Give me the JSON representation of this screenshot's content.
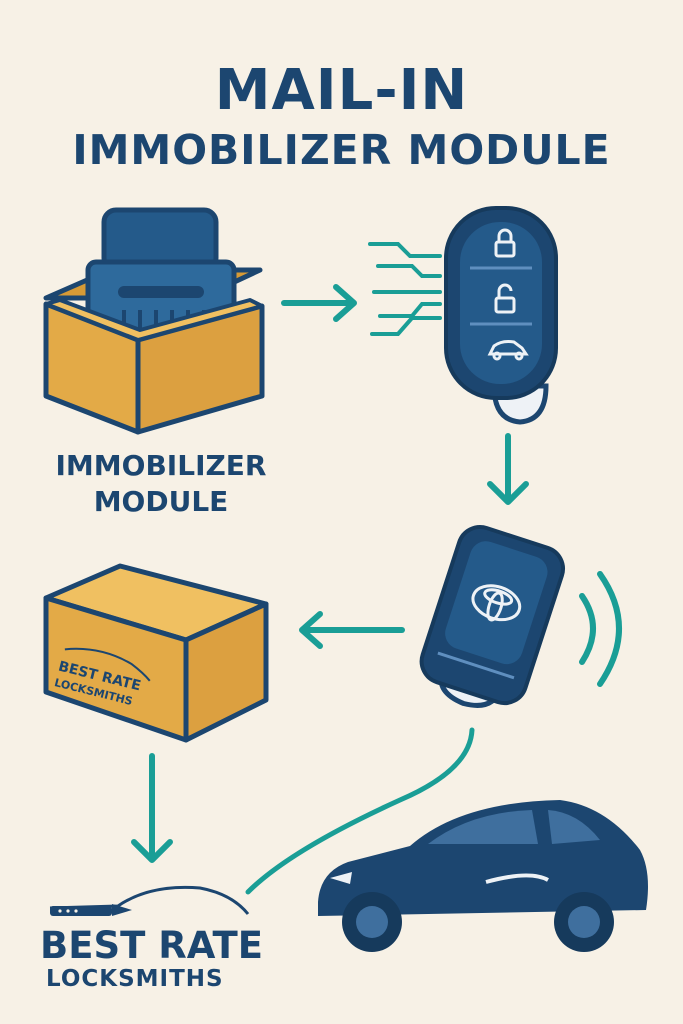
{
  "title": {
    "line1": "MAIL-IN",
    "line2": "IMMOBILIZER MODULE"
  },
  "module_label": {
    "line1": "IMMOBILIZER",
    "line2": "MODULE"
  },
  "box_label": {
    "line1": "BEST RATE",
    "line2": "LOCKSMITHS"
  },
  "brand": {
    "line1": "BEST RATE",
    "line2": "LOCKSMITHS"
  },
  "icons": [
    "obd-module-icon",
    "cardboard-box-icon",
    "key-fob-icon",
    "lock-icon",
    "unlock-icon",
    "car-icon",
    "toyota-logo-icon",
    "signal-waves-icon",
    "car-silhouette-icon",
    "arrow-icon"
  ],
  "colors": {
    "background": "#f7f1e6",
    "navy": "#1c4670",
    "teal": "#1a9e96",
    "box_gold": "#e3aa47"
  }
}
